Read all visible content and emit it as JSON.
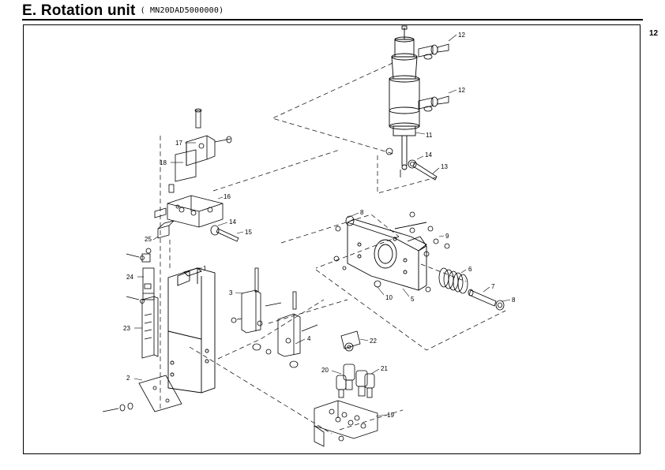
{
  "header": {
    "title": "E. Rotation unit",
    "code": "( MN20DAD5000000)"
  },
  "page_number": "12",
  "callouts": [
    "12",
    "12",
    "11",
    "14",
    "13",
    "17",
    "18",
    "16",
    "14",
    "15",
    "8",
    "9",
    "25",
    "1",
    "6",
    "24",
    "3",
    "7",
    "8",
    "10",
    "5",
    "23",
    "4",
    "22",
    "21",
    "20",
    "2",
    "19"
  ]
}
